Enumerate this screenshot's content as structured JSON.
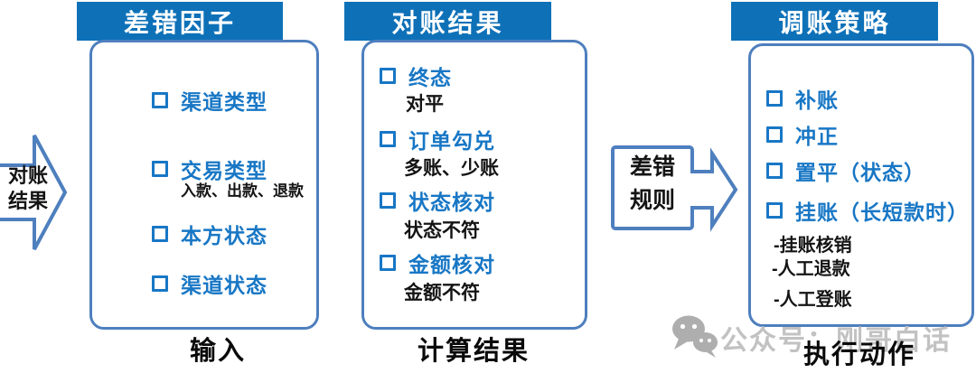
{
  "colors": {
    "banner_blue": "#0e71b8",
    "panel_border_blue": "#4e7fbe",
    "item_blue": "#1877c5",
    "text_black": "#141414",
    "watermark_gray": "#c2c2c2"
  },
  "flow": {
    "arrow_in": {
      "line1": "对账",
      "line2": "结果"
    },
    "connector": {
      "line1": "差错",
      "line2": "规则"
    },
    "columns": [
      {
        "header": "差错因子",
        "footer": "输入",
        "items": [
          {
            "label": "渠道类型",
            "sub": ""
          },
          {
            "label": "交易类型",
            "sub": "入款、出款、退款"
          },
          {
            "label": "本方状态",
            "sub": ""
          },
          {
            "label": "渠道状态",
            "sub": ""
          }
        ]
      },
      {
        "header": "对账结果",
        "footer": "计算结果",
        "items": [
          {
            "label": "终态",
            "sub": "对平"
          },
          {
            "label": "订单勾兑",
            "sub": "多账、少账"
          },
          {
            "label": "状态核对",
            "sub": "状态不符"
          },
          {
            "label": "金额核对",
            "sub": "金额不符"
          }
        ]
      },
      {
        "header": "调账策略",
        "footer": "执行动作",
        "items": [
          {
            "label": "补账"
          },
          {
            "label": "冲正"
          },
          {
            "label": "置平（状态）"
          },
          {
            "label": "挂账（长短款时）"
          }
        ],
        "notes": [
          "-挂账核销",
          "-人工退款",
          "-人工登账"
        ]
      }
    ]
  },
  "watermark": {
    "icon": "wechat-icon",
    "text": "公众号：刚哥白话"
  }
}
